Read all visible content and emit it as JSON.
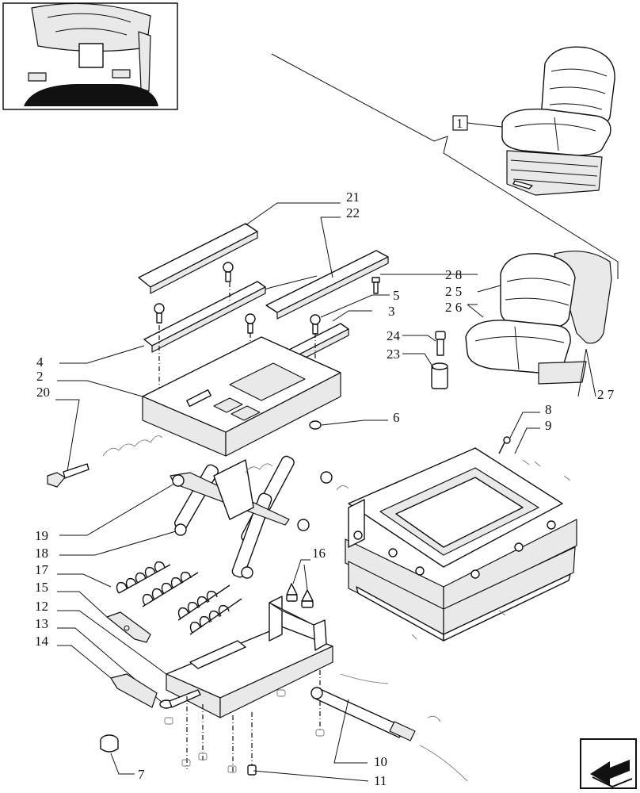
{
  "diagram": {
    "callouts": {
      "c1": "1",
      "c21": "21",
      "c22": "22",
      "c28": "2 8",
      "c25": "2 5",
      "c26": "2 6",
      "c5": "5",
      "c3": "3",
      "c24": "24",
      "c23": "23",
      "c4": "4",
      "c2": "2",
      "c20": "20",
      "c6": "6",
      "c27": "2 7",
      "c8": "8",
      "c9": "9",
      "c19": "19",
      "c18": "18",
      "c16": "16",
      "c17": "17",
      "c15": "15",
      "c12": "12",
      "c13": "13",
      "c14": "14",
      "c10": "10",
      "c11": "11",
      "c7": "7"
    },
    "nav_icon": "return-arrow-icon",
    "thumbnail_icon": "tractor-cab-thumbnail"
  }
}
